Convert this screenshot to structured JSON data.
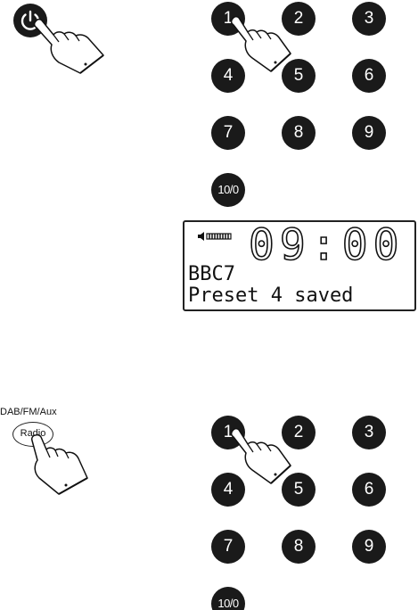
{
  "keypad_top": [
    "1",
    "2",
    "3",
    "4",
    "5",
    "6",
    "7",
    "8",
    "9",
    "10/0"
  ],
  "keypad_bottom": [
    "1",
    "2",
    "3",
    "4",
    "5",
    "6",
    "7",
    "8",
    "9",
    "10/0"
  ],
  "display": {
    "time": "09:00",
    "line1": "BBC7",
    "line2": "Preset 4 saved"
  },
  "mode_label": "DAB/FM/Aux",
  "radio_button_label": "Radio",
  "icons": {
    "power": "power-icon",
    "hand": "pressing-hand-icon",
    "volume": "volume-bar-icon"
  }
}
